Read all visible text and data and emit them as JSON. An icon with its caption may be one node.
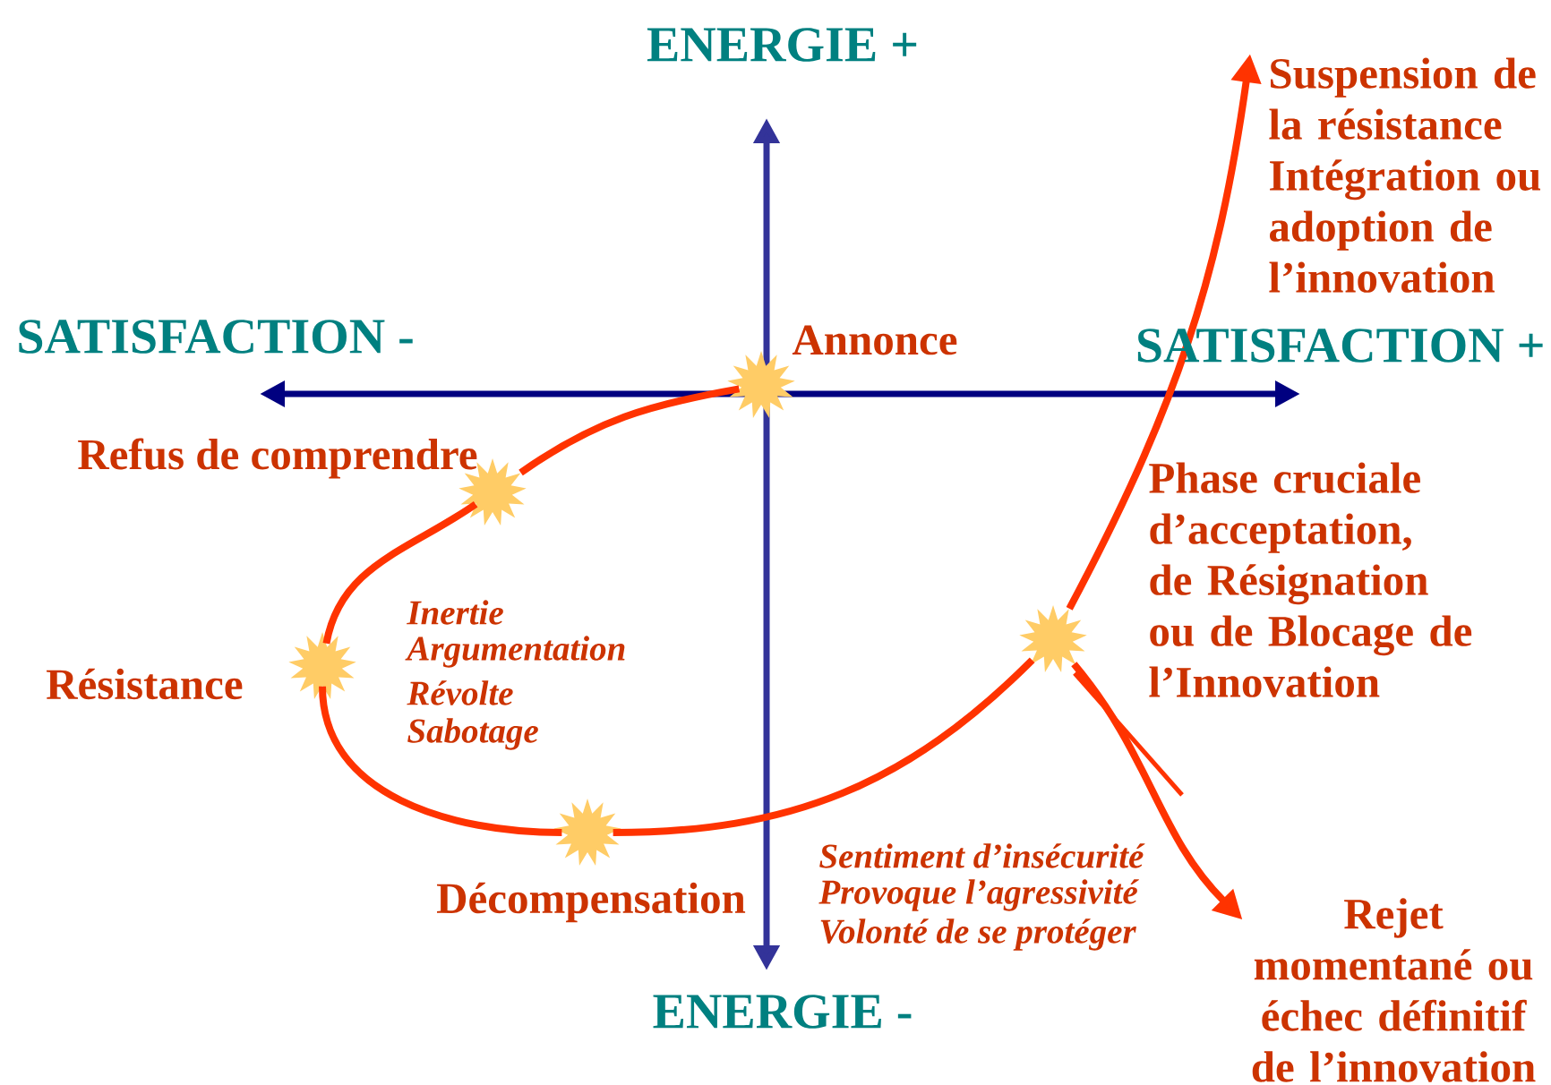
{
  "diagram": {
    "nodes": [
      {
        "text": [],
        "shape": "star",
        "beside": [
          "Annonce"
        ]
      },
      {
        "text": [],
        "shape": "star",
        "beside": [
          "Refus de comprendre"
        ]
      },
      {
        "text": [],
        "shape": "star",
        "beside": [
          "Résistance"
        ]
      },
      {
        "text": [],
        "shape": "star",
        "beside": [
          "Décompensation"
        ]
      },
      {
        "text": [],
        "shape": "star",
        "beside": [
          "Phase cruciale d’acceptation, de Résignation ou de Blocage de l’Innovation"
        ]
      },
      {
        "text": [
          "Suspension de la résistance",
          "Intégration ou adoption de l’innovation"
        ]
      },
      {
        "text": [
          "Rejet momentané ou échec définitif de l’innovation"
        ]
      }
    ],
    "edges": [
      {
        "from": 0,
        "to": 1,
        "arrow": "none"
      },
      {
        "from": 1,
        "to": 2,
        "arrow": "none"
      },
      {
        "from": 2,
        "to": 3,
        "arrow": "none"
      },
      {
        "from": 3,
        "to": 4,
        "arrow": "none"
      },
      {
        "from": 4,
        "to": 5,
        "arrow": "to"
      },
      {
        "from": 4,
        "to": 6,
        "arrow": "to"
      }
    ],
    "labels": [
      "ENERGIE +",
      "SATISFACTION -",
      "SATISFACTION +",
      "Inertie",
      "Argumentation",
      "Révolte",
      "Sabotage",
      "Sentiment d’insécurité",
      "Provoque l’agressivité",
      "Volonté de se protéger",
      "ENERGIE -"
    ]
  }
}
